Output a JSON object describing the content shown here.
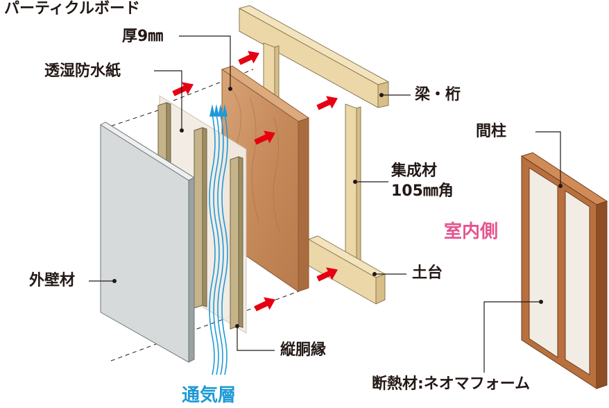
{
  "labels": {
    "particle_board": "パーティクルボード",
    "thickness": "厚9㎜",
    "moisture_paper": "透湿防水紙",
    "beam": "梁・桁",
    "stud": "間柱",
    "glulam": "集成材",
    "glulam_size": "105㎜角",
    "indoor_side": "室内側",
    "exterior_wall": "外壁材",
    "sill": "土台",
    "furring_strip": "縦胴縁",
    "insulation": "断熱材:ネオマフォーム",
    "ventilation_layer": "通気層"
  },
  "colors": {
    "callout_text": "#231815",
    "indoor_text": "#e4558f",
    "airflow": "#1e9ad6",
    "arrow": "#e60012",
    "wall_board": "#d6dadb",
    "particle_board": "#c98e60",
    "timber": "#ecd7a8",
    "furring": "#c5b489",
    "insulation_board": "#f2ede4",
    "frame_wood": "#b8703e"
  }
}
